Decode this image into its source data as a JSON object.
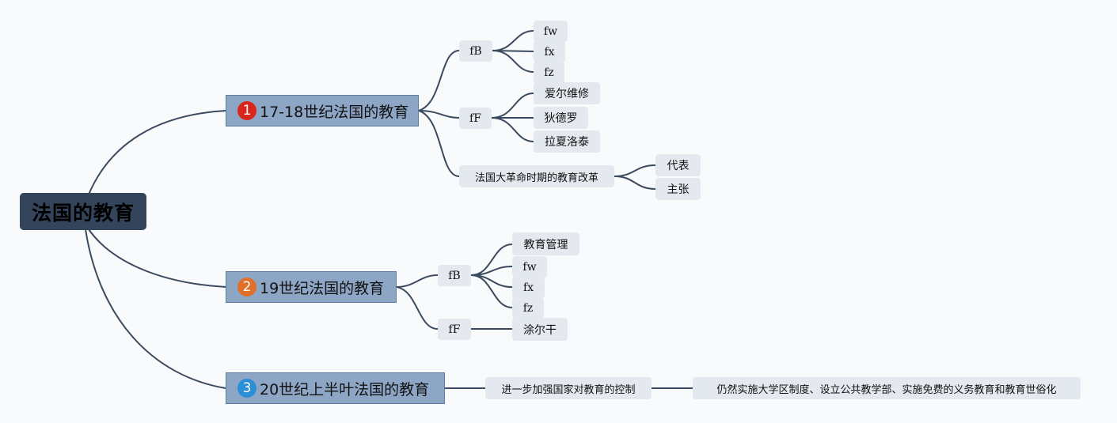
{
  "root": {
    "label": "法国的教育"
  },
  "branches": [
    {
      "number": "1",
      "number_color": "#d8261c",
      "label": "17-18世纪法国的教育",
      "children": [
        {
          "label": "fB",
          "children": [
            {
              "label": "fw"
            },
            {
              "label": "fx"
            },
            {
              "label": "fz"
            }
          ]
        },
        {
          "label": "fF",
          "children": [
            {
              "label": "爱尔维修"
            },
            {
              "label": "狄德罗"
            },
            {
              "label": "拉夏洛泰"
            }
          ]
        },
        {
          "label": "法国大革命时期的教育改革",
          "children": [
            {
              "label": "代表"
            },
            {
              "label": "主张"
            }
          ]
        }
      ]
    },
    {
      "number": "2",
      "number_color": "#e0702a",
      "label": "19世纪法国的教育",
      "children": [
        {
          "label": "fB",
          "children": [
            {
              "label": "教育管理"
            },
            {
              "label": "fw"
            },
            {
              "label": "fx"
            },
            {
              "label": "fz"
            }
          ]
        },
        {
          "label": "fF",
          "children": [
            {
              "label": "涂尔干"
            }
          ]
        }
      ]
    },
    {
      "number": "3",
      "number_color": "#2a8fd6",
      "label": "20世纪上半叶法国的教育",
      "children": [
        {
          "label": "进一步加强国家对教育的控制",
          "children": [
            {
              "label": "仍然实施大学区制度、设立公共教学部、实施免费的义务教育和教育世俗化"
            }
          ]
        }
      ]
    }
  ]
}
